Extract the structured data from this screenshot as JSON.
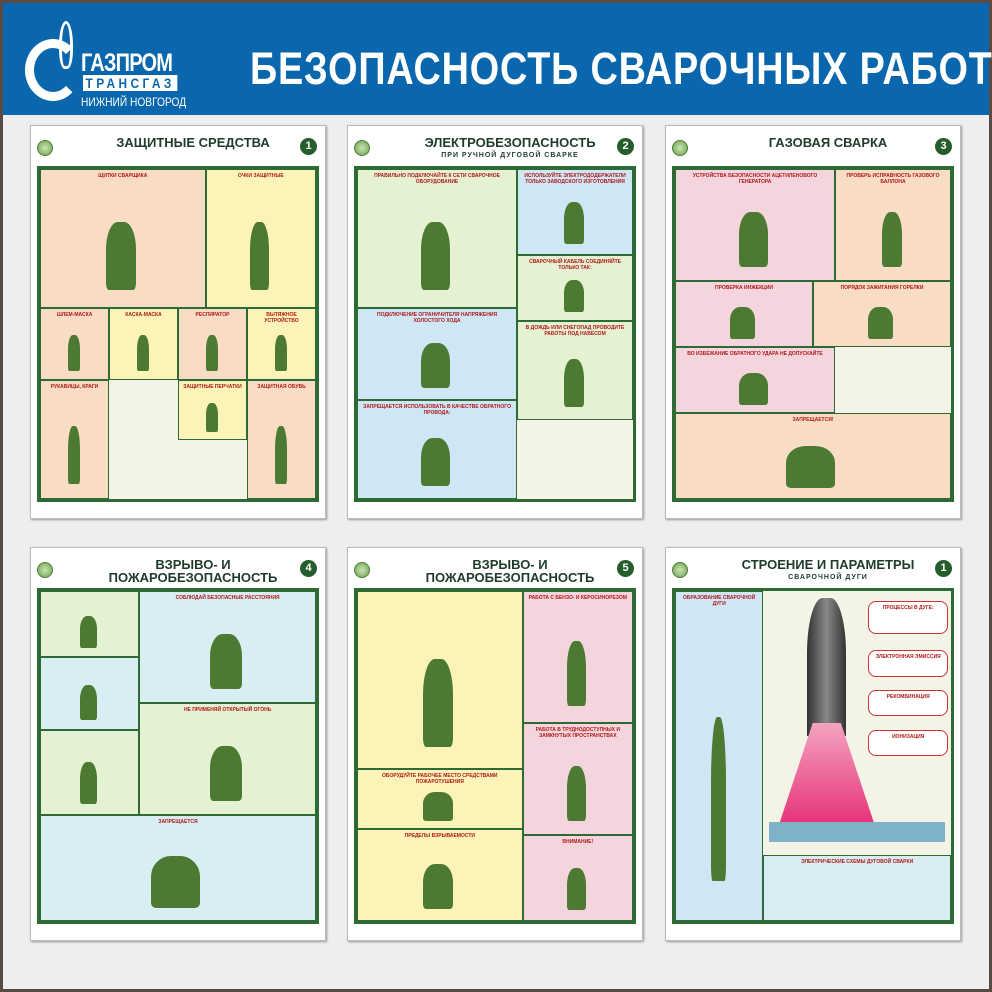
{
  "header": {
    "title": "БЕЗОПАСНОСТЬ СВАРОЧНЫХ РАБОТ",
    "logo": {
      "line1": "ГАЗПРОМ",
      "line2": "ТРАНСГАЗ",
      "line3": "НИЖНИЙ НОВГОРОД"
    }
  },
  "colors": {
    "banner": "#0a67ad",
    "poster_border": "#2e6b34",
    "badge": "#255e2c"
  },
  "posters": [
    {
      "title": "ЗАЩИТНЫЕ СРЕДСТВА",
      "subtitle": "",
      "number": "1",
      "panels": [
        "ЩИТКИ СВАРЩИКА",
        "ОЧКИ ЗАЩИТНЫЕ",
        "ШЛЕМ-МАСКА",
        "КАСКА-МАСКА",
        "РЕСПИРАТОР",
        "ВЫТЯЖНОЕ УСТРОЙСТВО",
        "РУКАВИЦЫ, КРАГИ",
        "ЗАЩИТНЫЕ ПЕРЧАТКИ",
        "ЗАЩИТНАЯ ОБУВЬ"
      ]
    },
    {
      "title": "ЭЛЕКТРОБЕЗОПАСНОСТЬ",
      "subtitle": "ПРИ РУЧНОЙ ДУГОВОЙ СВАРКЕ",
      "number": "2",
      "panels": [
        "ПРАВИЛЬНО ПОДКЛЮЧАЙТЕ К СЕТИ СВАРОЧНОЕ ОБОРУДОВАНИЕ",
        "ИСПОЛЬЗУЙТЕ ЭЛЕКТРОДОДЕРЖАТЕЛИ ТОЛЬКО ЗАВОДСКОГО ИЗГОТОВЛЕНИЯ",
        "СВАРОЧНЫЙ КАБЕЛЬ СОЕДИНЯЙТЕ ТОЛЬКО ТАК:",
        "ПОДКЛЮЧЕНИЕ ОГРАНИЧИТЕЛЯ НАПРЯЖЕНИЯ ХОЛОСТОГО ХОДА",
        "В ДОЖДЬ ИЛИ СНЕГОПАД ПРОВОДИТЕ РАБОТЫ ПОД НАВЕСОМ",
        "ЗАПРЕЩАЕТСЯ ИСПОЛЬЗОВАТЬ В КАЧЕСТВЕ ОБРАТНОГО ПРОВОДА:"
      ]
    },
    {
      "title": "ГАЗОВАЯ СВАРКА",
      "subtitle": "",
      "number": "3",
      "panels": [
        "УСТРОЙСТВА БЕЗОПАСНОСТИ АЦЕТИЛЕНОВОГО ГЕНЕРАТОРА",
        "ПРОВЕРЬ ИСПРАВНОСТЬ ГАЗОВОГО БАЛЛОНА",
        "ПРОВЕРКА ИНЖЕКЦИИ",
        "ПОРЯДОК ЗАЖИГАНИЯ ГОРЕЛКИ",
        "ВО ИЗБЕЖАНИЕ ОБРАТНОГО УДАРА НЕ ДОПУСКАЙТЕ",
        "ЗАПРЕЩАЕТСЯ!"
      ]
    },
    {
      "title": "ВЗРЫВО- И ПОЖАРОБЕЗОПАСНОСТЬ",
      "subtitle": "",
      "number": "4",
      "panels": [
        "СОБЛЮДАЙ БЕЗОПАСНЫЕ РАССТОЯНИЯ",
        "НЕ ПРИМЕНЯЙ ОТКРЫТЫЙ ОГОНЬ",
        "ЗАПРЕЩАЕТСЯ",
        "",
        "",
        ""
      ]
    },
    {
      "title": "ВЗРЫВО- И ПОЖАРОБЕЗОПАСНОСТЬ",
      "subtitle": "",
      "number": "5",
      "panels": [
        "",
        "РАБОТА С БЕНЗО- И КЕРОСИНОРЕЗОМ",
        "ОБОРУДУЙТЕ РАБОЧЕЕ МЕСТО СРЕДСТВАМИ ПОЖАРОТУШЕНИЯ",
        "РАБОТА В ТРУДНОДОСТУПНЫХ И ЗАМКНУТЫХ ПРОСТРАНСТВАХ",
        "ПРЕДЕЛЫ ВЗРЫВАЕМОСТИ",
        "ВНИМАНИЕ!"
      ]
    },
    {
      "title": "СТРОЕНИЕ И ПАРАМЕТРЫ",
      "subtitle": "СВАРОЧНОЙ ДУГИ",
      "number": "1",
      "panels": [
        "ОБРАЗОВАНИЕ СВАРОЧНОЙ ДУГИ",
        "ПРОЦЕССЫ В ДУГЕ:",
        "ЭЛЕКТРОННАЯ ЭМИССИЯ",
        "РЕКОМБИНАЦИЯ",
        "ИОНИЗАЦИЯ",
        "ЭЛЕКТРИЧЕСКИЕ СХЕМЫ ДУГОВОЙ СВАРКИ"
      ]
    }
  ]
}
